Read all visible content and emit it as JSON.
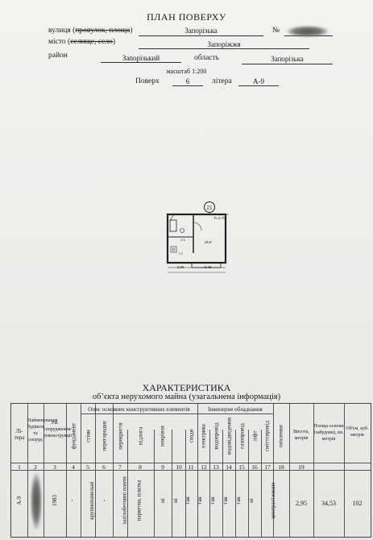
{
  "header": {
    "title": "ПЛАН ПОВЕРХУ",
    "street_label": "вулиця",
    "street_struck": "провулок, площа",
    "street_value": "Запорізька",
    "number_label": "№",
    "city_label": "місто",
    "city_struck": "селище, село",
    "city_value": "Запоріжжя",
    "district_label": "район",
    "district_value": "Запорізький",
    "region_label": "область",
    "region_value": "Запорізька",
    "scale": "масштаб 1:200",
    "floor_label": "Поверх",
    "floor_value": "6",
    "letter_label": "літера",
    "letter_value": "А-9"
  },
  "plan": {
    "apartment_number": "21",
    "height": "h=2.70",
    "room_area": "18.9",
    "kitchen_area": "7.2",
    "hall_area": "2.5",
    "dim_left": "2.88",
    "dim_right": "3.48"
  },
  "characteristics": {
    "title": "ХАРАКТЕРИСТИКА",
    "subtitle": "об’єкта нерухомого майна (узагальнена інформація)"
  },
  "table": {
    "group_construction": "Опис основних конструктивних елементів",
    "group_engineering": "Інженерне обладнання",
    "headers": [
      "Лі-тера",
      "Найменування будівель та споруд",
      "Рік спорудження/ реконструкції",
      "фундамент",
      "стіни",
      "перегородки",
      "перекриття",
      "підлога",
      "покрівля",
      "сходи",
      "електрика",
      "водопровід",
      "водовідведення",
      "газопровід",
      "ліфт",
      "сміттєпровід",
      "опалення",
      "Висота, метрів",
      "Площа основи (забудови), кв. метрів",
      "Об'єм, куб. метрів"
    ],
    "numbers": [
      "1",
      "2",
      "3",
      "4",
      "5",
      "6",
      "7",
      "8",
      "9",
      "10",
      "11",
      "12",
      "13",
      "14",
      "15",
      "16",
      "17",
      "18",
      "19",
      "",
      ""
    ],
    "row": [
      "А-9",
      "",
      "1983",
      "-",
      "крупнопанельні",
      "-",
      "залізобетонні плити",
      "паркетна, плитка",
      "ні",
      "ні",
      "так",
      "так",
      "так",
      "так",
      "так",
      "ні",
      "централізоване",
      "2,95",
      "34,53",
      "102"
    ]
  }
}
